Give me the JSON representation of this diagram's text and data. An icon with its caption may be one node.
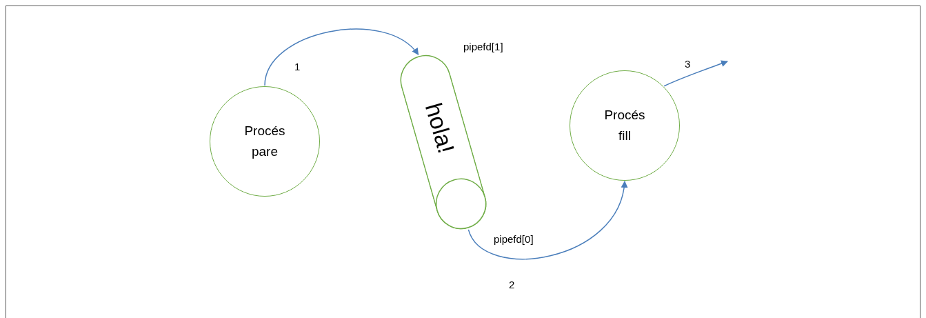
{
  "diagram": {
    "nodes": [
      {
        "text": [
          "Procés pare"
        ]
      },
      {
        "text": [
          "hola!"
        ]
      },
      {
        "text": [
          "Procés fill"
        ]
      }
    ],
    "edges": [
      {
        "from": 0,
        "to": 1,
        "arrow": "to",
        "label": "1"
      },
      {
        "from": 1,
        "to": 2,
        "arrow": "to",
        "label": "2"
      },
      {
        "from": 2,
        "to": null,
        "arrow": "to",
        "label": "3"
      }
    ],
    "labels": [
      "pipefd[1]",
      "pipefd[0]"
    ]
  }
}
